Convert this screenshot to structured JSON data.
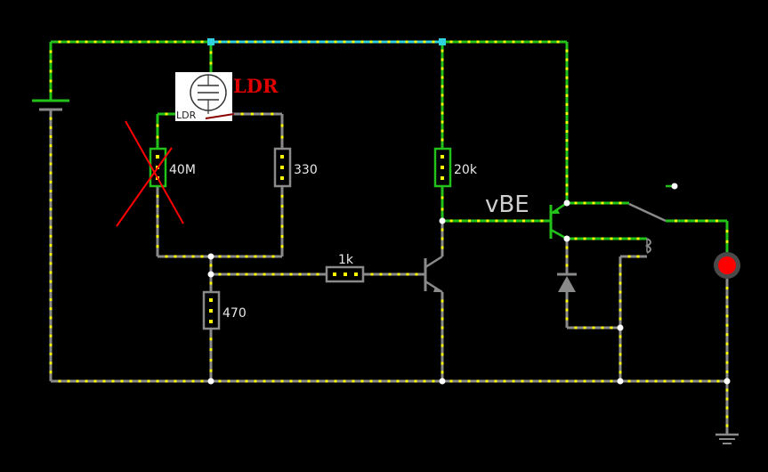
{
  "colors": {
    "background": "#000000",
    "wire_live": "#22c21a",
    "wire_idle": "#8a8a8a",
    "wire_current": "#2fd3e0",
    "current_dots": "#ffff00",
    "cross_mark": "#ff0000",
    "led": "#ff0000",
    "ldr_title": "#e00000"
  },
  "labels": {
    "ldr_title": "LDR",
    "ldr_small": "LDR",
    "ldr_resistance": "40M",
    "r330": "330",
    "r470": "470",
    "r1k": "1k",
    "r20k": "20k",
    "vbe": "vBE"
  },
  "components": [
    {
      "type": "battery"
    },
    {
      "type": "ldr",
      "state": "disabled (crossed out)"
    },
    {
      "type": "resistor",
      "label": "40M"
    },
    {
      "type": "resistor",
      "label": "330"
    },
    {
      "type": "resistor",
      "label": "470"
    },
    {
      "type": "resistor",
      "label": "1k"
    },
    {
      "type": "resistor",
      "label": "20k"
    },
    {
      "type": "npn-transistor"
    },
    {
      "type": "pnp-transistor",
      "label": "vBE"
    },
    {
      "type": "diode"
    },
    {
      "type": "relay-switch"
    },
    {
      "type": "led",
      "color": "red"
    },
    {
      "type": "ground"
    }
  ],
  "icons": [
    "battery-icon",
    "ldr-icon",
    "transistor-icon",
    "diode-icon",
    "switch-icon",
    "led-icon",
    "ground-icon"
  ]
}
